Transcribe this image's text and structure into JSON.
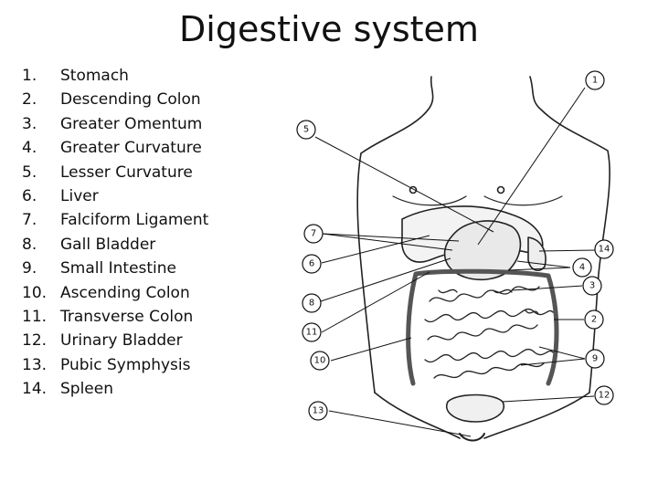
{
  "title": "Digestive system",
  "legend": [
    {
      "num": "1.",
      "label": "Stomach"
    },
    {
      "num": "2.",
      "label": "Descending Colon"
    },
    {
      "num": "3.",
      "label": "Greater Omentum"
    },
    {
      "num": "4.",
      "label": "Greater Curvature"
    },
    {
      "num": "5.",
      "label": "Lesser Curvature"
    },
    {
      "num": "6.",
      "label": "Liver"
    },
    {
      "num": "7.",
      "label": "Falciform Ligament"
    },
    {
      "num": "8.",
      "label": "Gall Bladder"
    },
    {
      "num": "9.",
      "label": "Small Intestine"
    },
    {
      "num": "10.",
      "label": "Ascending Colon"
    },
    {
      "num": "11.",
      "label": "Transverse Colon"
    },
    {
      "num": "12.",
      "label": "Urinary Bladder"
    },
    {
      "num": "13.",
      "label": "Pubic Symphysis"
    },
    {
      "num": "14.",
      "label": "Spleen"
    }
  ],
  "callouts": [
    "1",
    "2",
    "3",
    "4",
    "5",
    "6",
    "7",
    "8",
    "9",
    "10",
    "11",
    "12",
    "13",
    "14"
  ]
}
